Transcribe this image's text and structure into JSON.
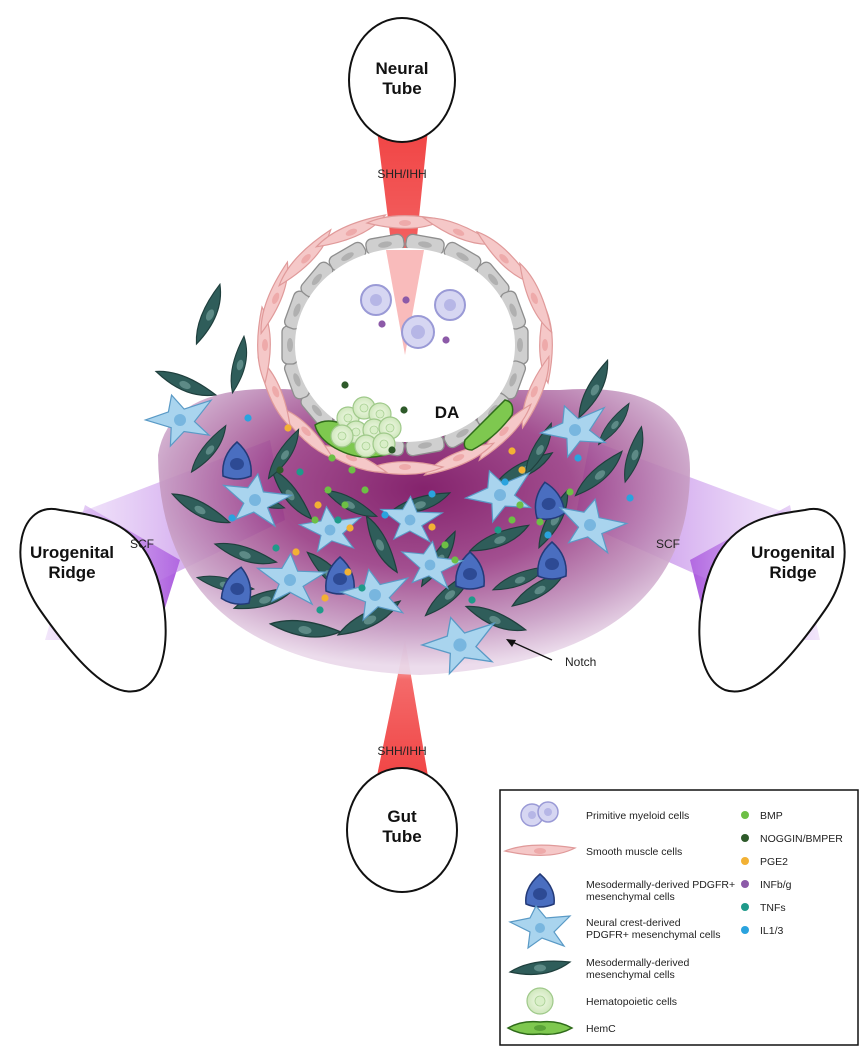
{
  "organs": {
    "neural_tube": [
      "Neural",
      "Tube"
    ],
    "gut_tube": [
      "Gut",
      "Tube"
    ],
    "urogenital_left": [
      "Urogenital",
      "Ridge"
    ],
    "urogenital_right": [
      "Urogenital",
      "Ridge"
    ]
  },
  "signals": {
    "top": "SHH/IHH",
    "bottom": "SHH/IHH",
    "left": "SCF",
    "right": "SCF",
    "notch": "Notch"
  },
  "aorta_label": "DA",
  "legend": {
    "cells": [
      {
        "label": [
          "Primitive myeloid cells"
        ],
        "icon": "primitive-myeloid-cells-icon"
      },
      {
        "label": [
          "Smooth muscle cells"
        ],
        "icon": "smooth-muscle-cell-icon"
      },
      {
        "label": [
          "Mesodermally-derived PDGFR+",
          "mesenchymal cells"
        ],
        "icon": "mesodermal-pdgfr-cell-icon"
      },
      {
        "label": [
          "Neural crest-derived",
          "PDGFR+ mesenchymal cells"
        ],
        "icon": "neural-crest-cell-icon"
      },
      {
        "label": [
          "Mesodermally-derived",
          "mesenchymal cells"
        ],
        "icon": "mesodermal-mesenchymal-cell-icon"
      },
      {
        "label": [
          "Hematopoietic cells"
        ],
        "icon": "hematopoietic-cell-icon"
      },
      {
        "label": [
          "HemC"
        ],
        "icon": "hemc-cell-icon"
      }
    ],
    "factors": [
      {
        "label": "BMP",
        "color": "#6dbf45"
      },
      {
        "label": "NOGGIN/BMPER",
        "color": "#2e5a2a"
      },
      {
        "label": "PGE2",
        "color": "#f2b134"
      },
      {
        "label": "INFb/g",
        "color": "#8c5aa8"
      },
      {
        "label": "TNFs",
        "color": "#1f9a8a"
      },
      {
        "label": "IL1/3",
        "color": "#2aa3de"
      }
    ]
  }
}
